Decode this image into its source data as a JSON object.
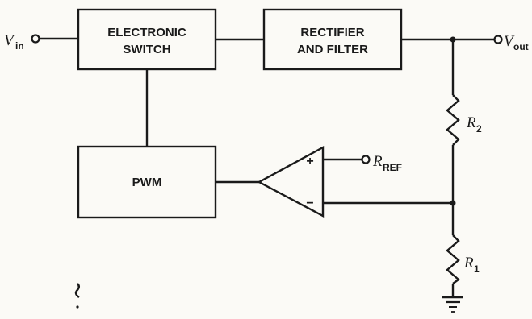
{
  "labels": {
    "vin_symbol": "V",
    "vin_subscript": "in",
    "vout_symbol": "V",
    "vout_subscript": "out",
    "rref_symbol": "R",
    "rref_subscript": "REF",
    "r1_symbol": "R",
    "r1_subscript": "1",
    "r2_symbol": "R",
    "r2_subscript": "2"
  },
  "blocks": {
    "switch_line1": "ELECTRONIC",
    "switch_line2": "SWITCH",
    "rectifier_line1": "RECTIFIER",
    "rectifier_line2": "AND FILTER",
    "pwm": "PWM"
  },
  "amplifier": {
    "plus": "+",
    "minus": "−"
  },
  "colors": {
    "ink": "#1a1a1a",
    "paper": "#fbfaf6"
  }
}
